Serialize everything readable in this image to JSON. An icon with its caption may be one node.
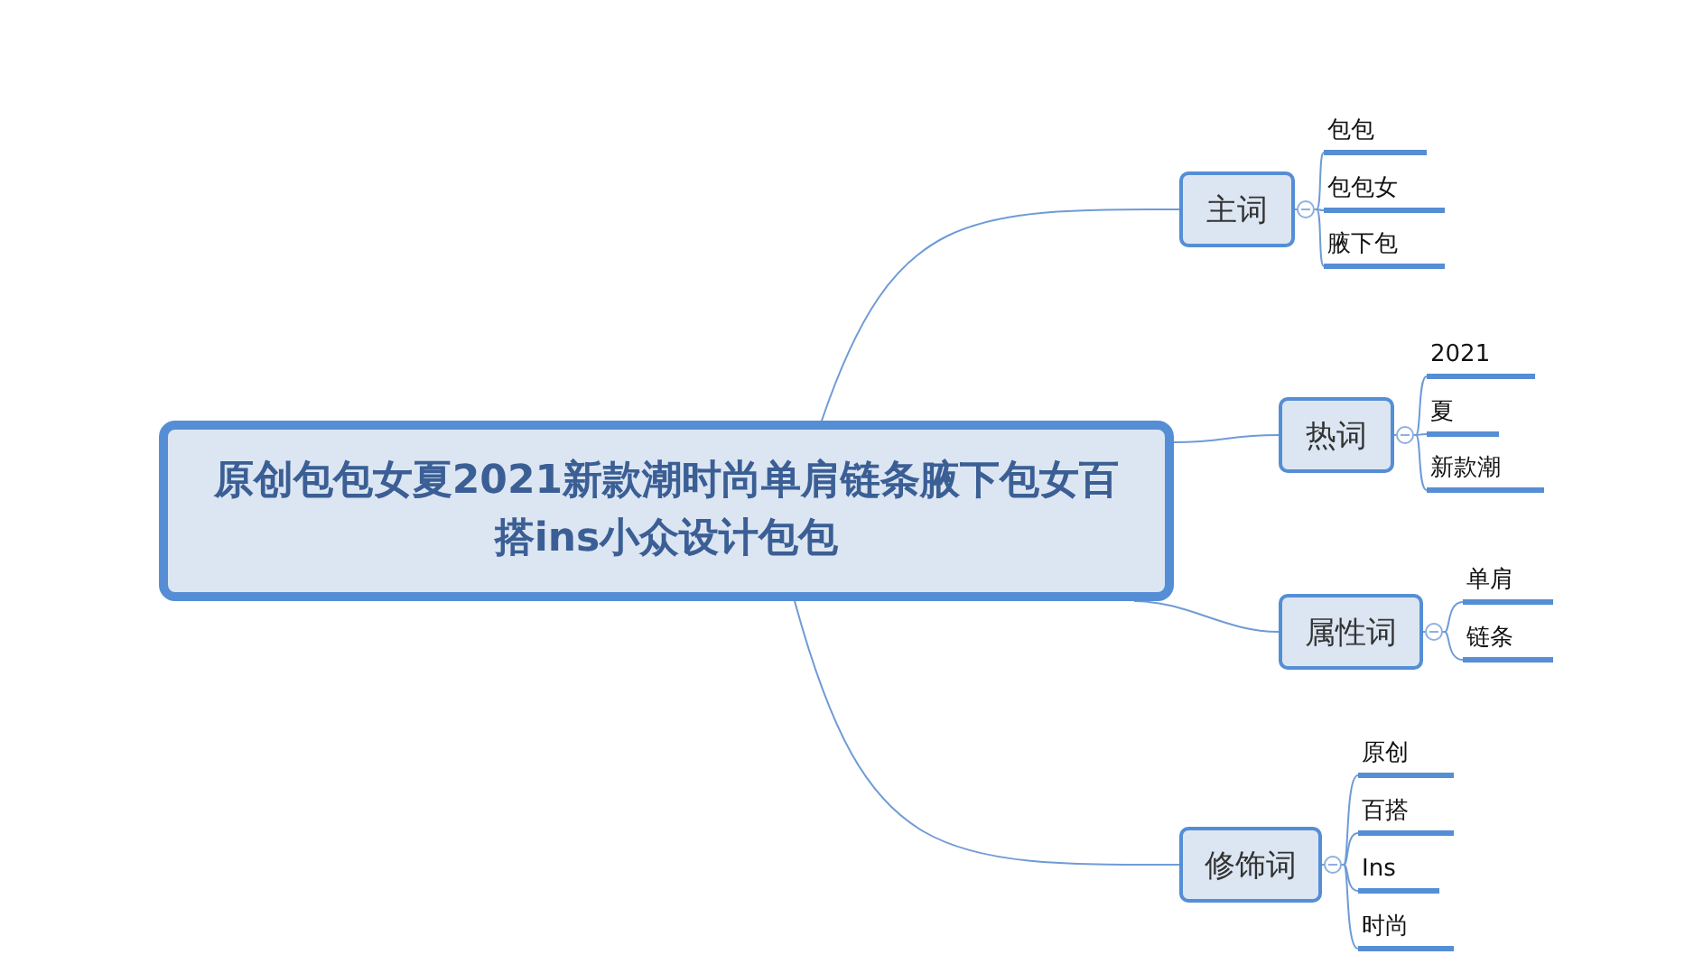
{
  "diagram": {
    "nodes": [
      {
        "text": [
          "原创包包女夏2021新款潮时尚单肩链条腋下包女百搭ins小众设计包包"
        ]
      },
      {
        "text": [
          "主词"
        ]
      },
      {
        "text": [
          "包包"
        ]
      },
      {
        "text": [
          "包包女"
        ]
      },
      {
        "text": [
          "腋下包"
        ]
      },
      {
        "text": [
          "热词"
        ]
      },
      {
        "text": [
          "2021"
        ]
      },
      {
        "text": [
          "夏"
        ]
      },
      {
        "text": [
          "新款潮"
        ]
      },
      {
        "text": [
          "属性词"
        ]
      },
      {
        "text": [
          "单肩"
        ]
      },
      {
        "text": [
          "链条"
        ]
      },
      {
        "text": [
          "修饰词"
        ]
      },
      {
        "text": [
          "原创"
        ]
      },
      {
        "text": [
          "百搭"
        ]
      },
      {
        "text": [
          "Ins"
        ]
      },
      {
        "text": [
          "时尚"
        ]
      }
    ],
    "edges": [
      {
        "from": 0,
        "to": 1,
        "arrow": "none"
      },
      {
        "from": 1,
        "to": 2,
        "arrow": "none"
      },
      {
        "from": 1,
        "to": 3,
        "arrow": "none"
      },
      {
        "from": 1,
        "to": 4,
        "arrow": "none"
      },
      {
        "from": 0,
        "to": 5,
        "arrow": "none"
      },
      {
        "from": 5,
        "to": 6,
        "arrow": "none"
      },
      {
        "from": 5,
        "to": 7,
        "arrow": "none"
      },
      {
        "from": 5,
        "to": 8,
        "arrow": "none"
      },
      {
        "from": 0,
        "to": 9,
        "arrow": "none"
      },
      {
        "from": 9,
        "to": 10,
        "arrow": "none"
      },
      {
        "from": 9,
        "to": 11,
        "arrow": "none"
      },
      {
        "from": 0,
        "to": 12,
        "arrow": "none"
      },
      {
        "from": 12,
        "to": 13,
        "arrow": "none"
      },
      {
        "from": 12,
        "to": 14,
        "arrow": "none"
      },
      {
        "from": 12,
        "to": 15,
        "arrow": "none"
      },
      {
        "from": 12,
        "to": 16,
        "arrow": "none"
      }
    ]
  }
}
